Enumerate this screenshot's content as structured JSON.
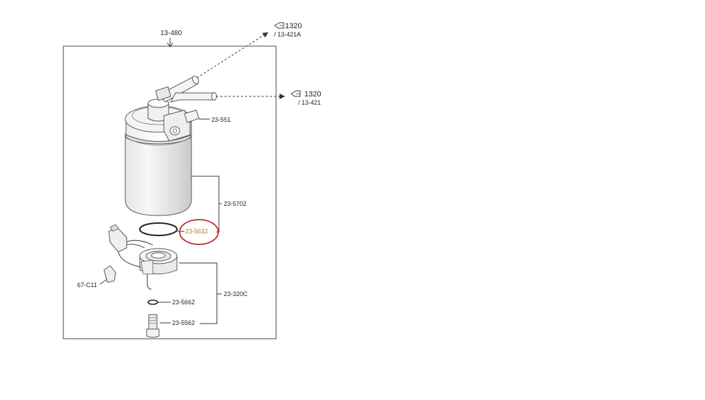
{
  "labels": {
    "assembly": "13-480",
    "ref_top_num": "1320",
    "ref_top_sub": "/ 13-421A",
    "ref_mid_num": "1320",
    "ref_mid_sub": "/ 13-421",
    "housing": "23-551",
    "filter_group": "23-5702",
    "oring": "23-5632",
    "connector": "67-C11",
    "base_group": "23-320C",
    "small_oring": "23-5662",
    "drain_plug": "23-5562"
  },
  "colors": {
    "line": "#333333",
    "highlight_circle": "#c0272d",
    "highlight_text": "#b57a1e"
  },
  "icons": {
    "ref": "pointing-hand-icon"
  }
}
